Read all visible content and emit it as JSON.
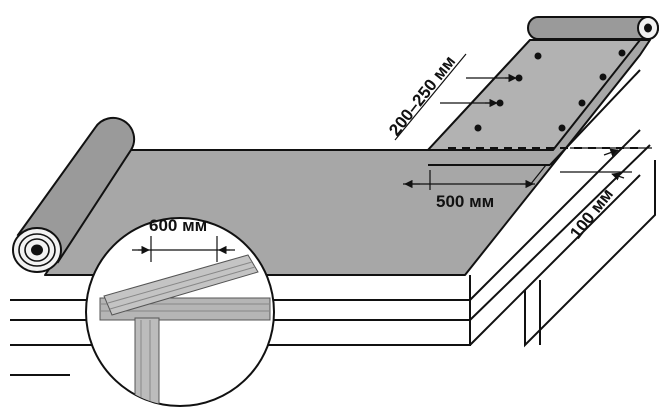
{
  "labels": {
    "fastener_spacing": "200–250 мм",
    "overlap_length": "500 мм",
    "edge_overlap": "100 мм",
    "rafter_spacing": "600 мм"
  },
  "colors": {
    "membrane_fill": "#a7a7a7",
    "roll_fill": "#9a9a9a",
    "outline": "#111111",
    "background": "#ffffff",
    "wood_fill": "#b5b5b5"
  }
}
